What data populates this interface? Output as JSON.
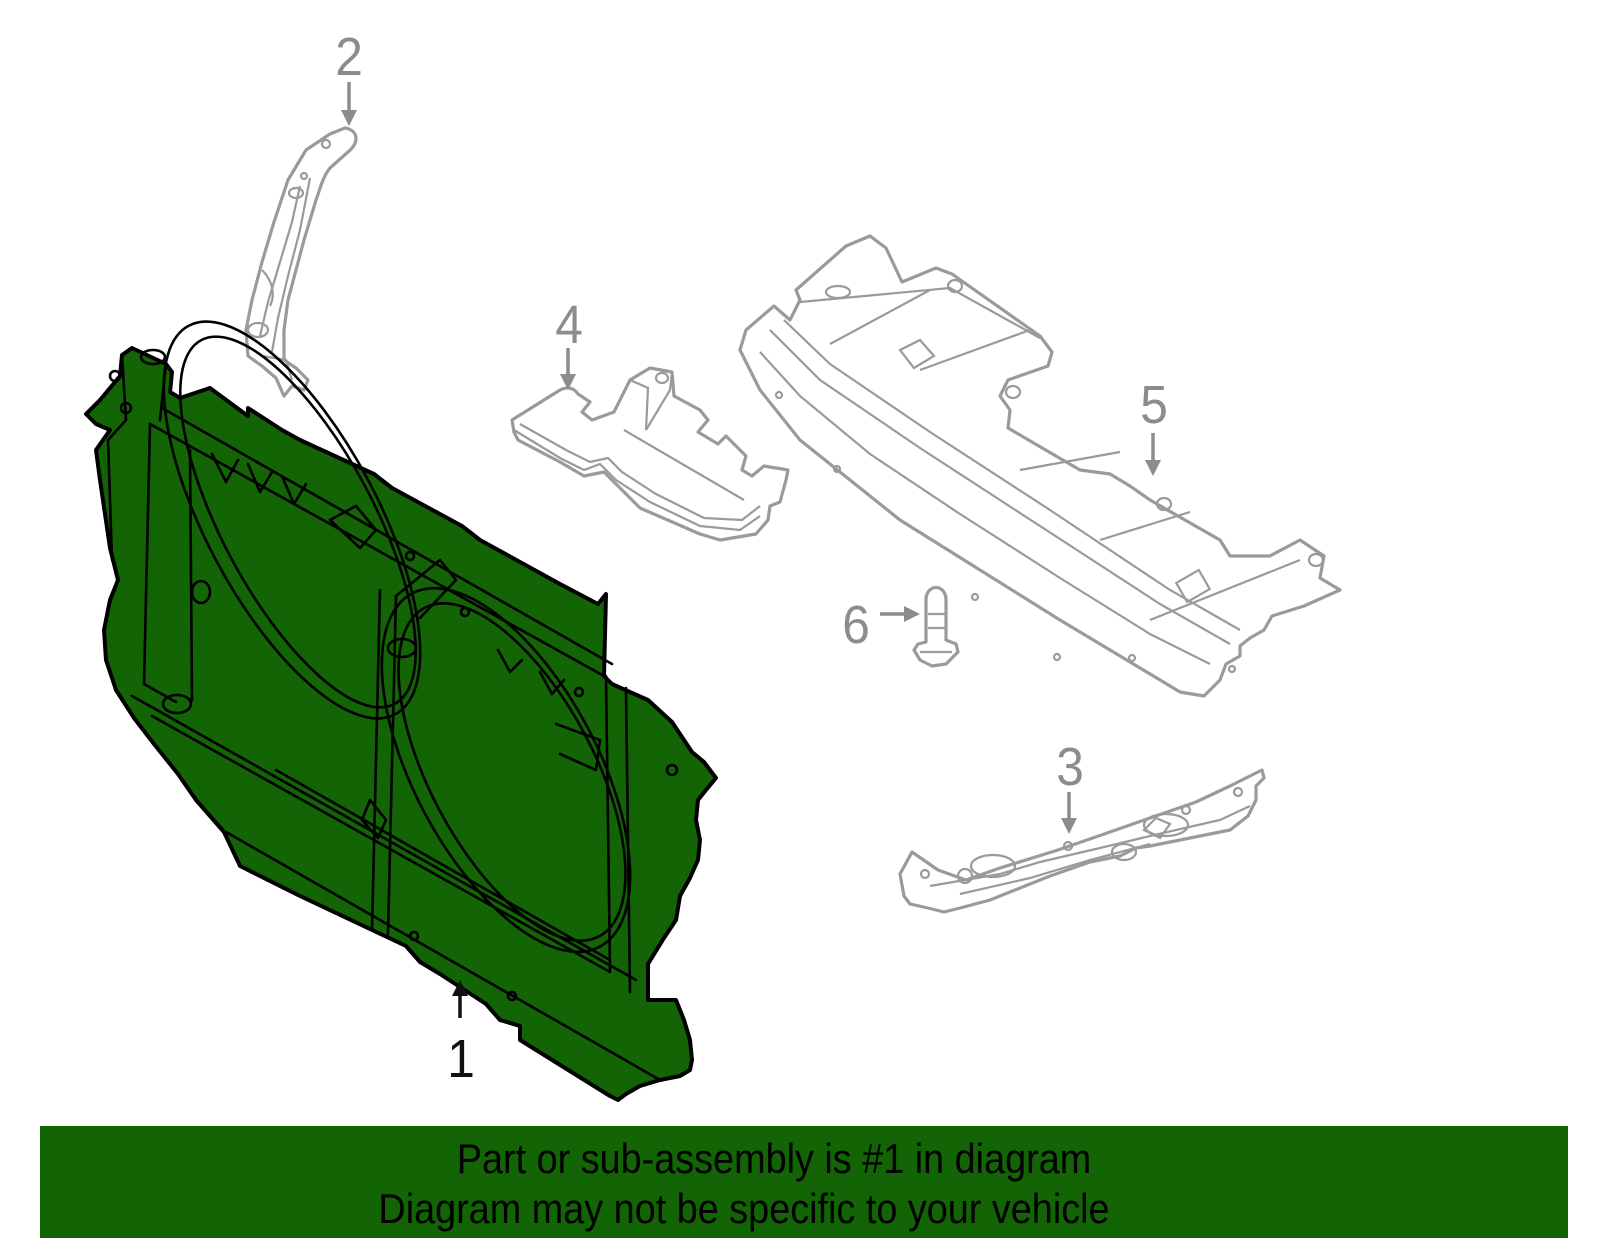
{
  "diagram": {
    "title": "Radiator Support Assembly Parts Diagram",
    "highlight_color": "#126405",
    "callouts": [
      {
        "id": "1",
        "label": "1",
        "part": "radiator-support-panel",
        "highlighted": true
      },
      {
        "id": "2",
        "label": "2",
        "part": "side-support-bracket",
        "highlighted": false
      },
      {
        "id": "3",
        "label": "3",
        "part": "lower-tie-bar",
        "highlighted": false
      },
      {
        "id": "4",
        "label": "4",
        "part": "side-air-deflector",
        "highlighted": false
      },
      {
        "id": "5",
        "label": "5",
        "part": "upper-cover-tie-bar",
        "highlighted": false
      },
      {
        "id": "6",
        "label": "6",
        "part": "push-clip-retainer",
        "highlighted": false
      }
    ]
  },
  "banner": {
    "line1": "Part or sub-assembly is #1 in diagram",
    "line2": "Diagram may not be specific to your vehicle",
    "background": "#126405"
  }
}
